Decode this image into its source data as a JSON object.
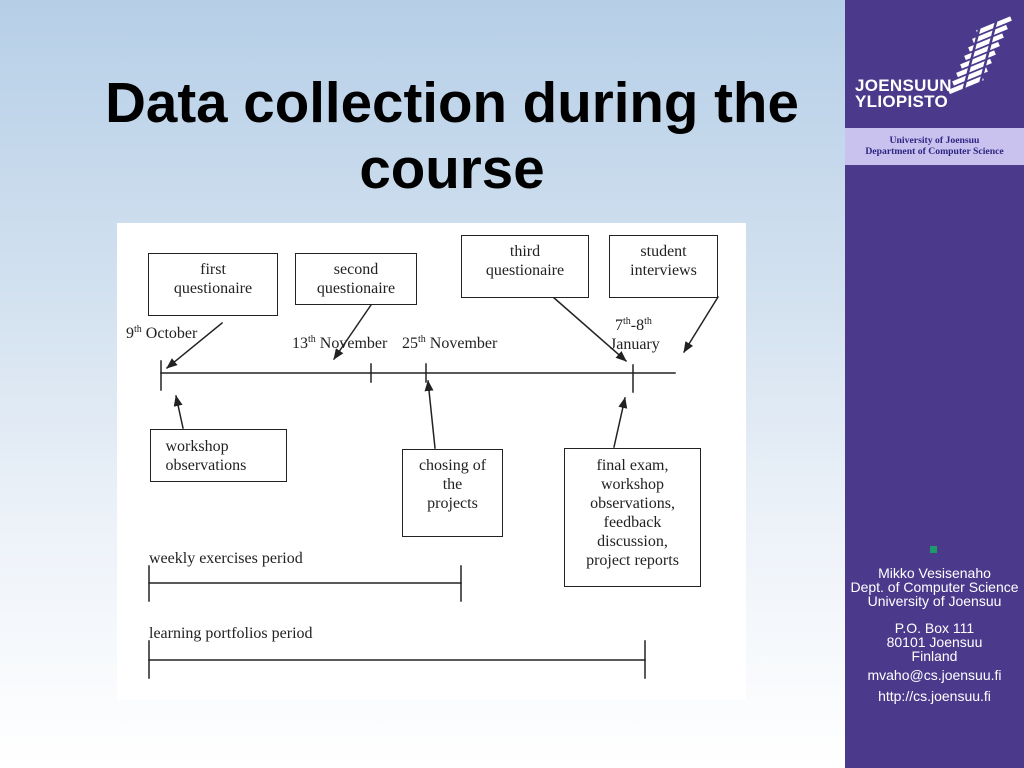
{
  "slide": {
    "title": "Data collection during the course"
  },
  "diagram": {
    "questionnaires": {
      "first": [
        "first",
        "questionaire"
      ],
      "second": [
        "second",
        "questionaire"
      ],
      "third": [
        "third",
        "questionaire"
      ]
    },
    "interviews": [
      "student",
      "interviews"
    ],
    "dates": {
      "october": {
        "day": "9",
        "suffix": "th",
        "month": "October"
      },
      "november_13": {
        "day": "13",
        "suffix": "th",
        "month": "November"
      },
      "november_25": {
        "day": "25",
        "suffix": "th",
        "month": "November"
      },
      "january": {
        "day_from": "7",
        "suffix_from": "th",
        "separator": "-",
        "day_to": "8",
        "suffix_to": "th",
        "month": "January"
      }
    },
    "workshop_observations": [
      "workshop",
      "observations"
    ],
    "project_choice": [
      "chosing of",
      "the",
      "projects"
    ],
    "final_activities": [
      "final exam,",
      "workshop",
      "observations,",
      "feedback",
      "discussion,",
      "project reports"
    ],
    "periods": {
      "weekly_exercises": "weekly exercises period",
      "learning_portfolios": "learning portfolios period"
    }
  },
  "sidebar": {
    "logo": {
      "line1": "JOENSUUN",
      "line2": "YLIOPISTO",
      "icon": "university-logo-mark"
    },
    "department_banner": {
      "line1": "University of Joensuu",
      "line2": "Department of Computer Science"
    },
    "bullet_icon": "square-bullet",
    "contact": {
      "name": "Mikko Vesisenaho",
      "department": "Dept. of Computer Science",
      "university": "University of Joensuu",
      "po_box": "P.O. Box 111",
      "postal": "80101 Joensuu",
      "country": "Finland",
      "email": "mvaho@cs.joensuu.fi",
      "website": "http://cs.joensuu.fi"
    }
  },
  "colors": {
    "background_top": "#b6cfe7",
    "background_bottom": "#ffffff",
    "title": "#000000",
    "diagram_ink": "#222222",
    "sidebar": "#4b3a8c",
    "sidebar_text": "#ffffff",
    "department_banner": "#c9c2ef",
    "department_text": "#2e2580",
    "bullet": "#1e9a6a"
  }
}
